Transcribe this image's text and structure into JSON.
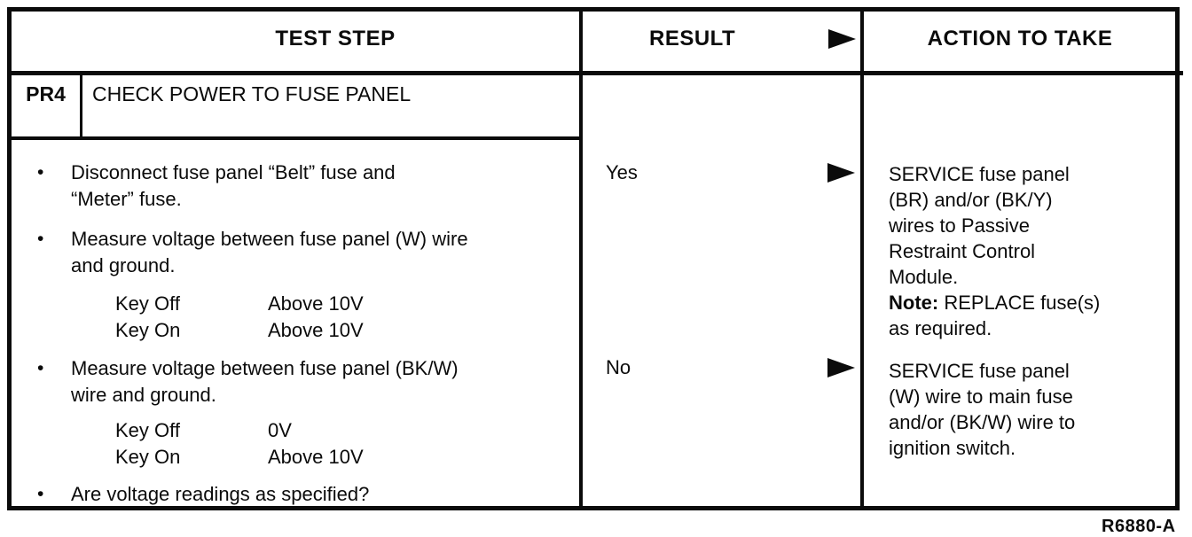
{
  "colors": {
    "ink": "#0b0b0b",
    "paper": "#ffffff"
  },
  "header": {
    "test_step": "TEST STEP",
    "result": "RESULT",
    "action": "ACTION TO TAKE"
  },
  "step": {
    "code": "PR4",
    "title": "CHECK POWER TO FUSE PANEL"
  },
  "bullet_char": "•",
  "tests": {
    "b1": {
      "l1": "Disconnect fuse panel “Belt” fuse and",
      "l2": "“Meter” fuse."
    },
    "b2": {
      "l1": "Measure voltage between fuse panel (W) wire",
      "l2": "and ground."
    },
    "k1": {
      "r1_key": "Key Off",
      "r1_val": "Above 10V",
      "r2_key": "Key On",
      "r2_val": "Above 10V"
    },
    "b3": {
      "l1": "Measure voltage between fuse panel (BK/W)",
      "l2": "wire and ground."
    },
    "k2": {
      "r1_key": "Key Off",
      "r1_val": "0V",
      "r2_key": "Key On",
      "r2_val": "Above 10V"
    },
    "b4": {
      "l1": "Are voltage readings as specified?"
    }
  },
  "results": {
    "yes": "Yes",
    "no": "No"
  },
  "actions": {
    "yes": {
      "l1": "SERVICE fuse panel",
      "l2": "(BR) and/or (BK/Y)",
      "l3": "wires to Passive",
      "l4": "Restraint Control",
      "l5": "Module.",
      "note_label": "Note:",
      "note_text": " REPLACE fuse(s)",
      "l7": "as required."
    },
    "no": {
      "l1": "SERVICE fuse panel",
      "l2": "(W) wire to main fuse",
      "l3": "and/or (BK/W) wire to",
      "l4": "ignition switch."
    }
  },
  "footer": {
    "figure_ref": "R6880-A"
  }
}
